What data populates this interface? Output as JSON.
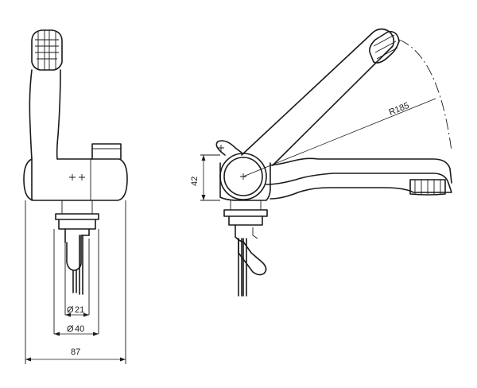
{
  "dimensions": {
    "diameter_small": "21",
    "diameter_large": "40",
    "width": "87",
    "height": "42",
    "radius": "R185"
  },
  "symbols": {
    "diameter": "Ø"
  }
}
